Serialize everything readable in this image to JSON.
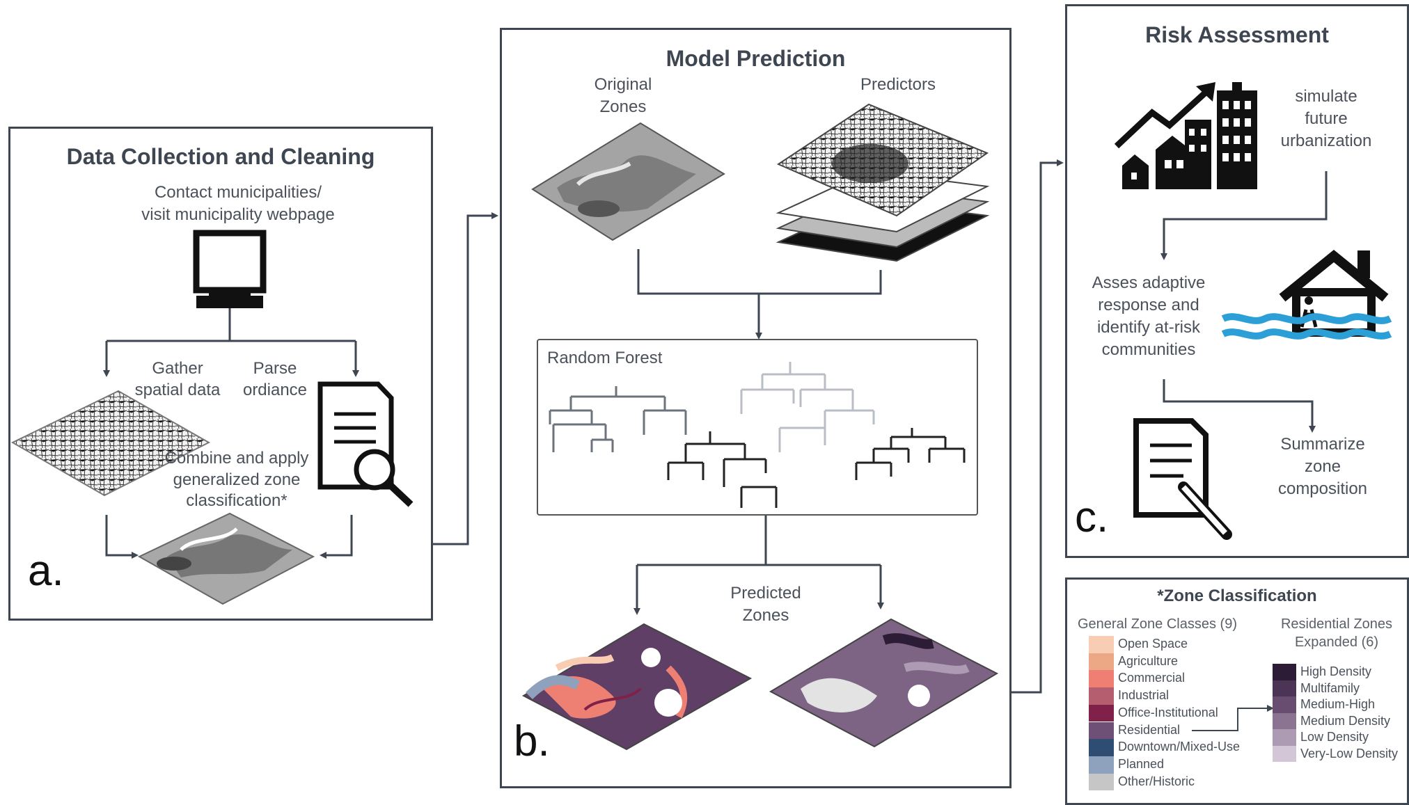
{
  "panel_a": {
    "title": "Data Collection and Cleaning",
    "contact_line1": "Contact municipalities/",
    "contact_line2": "visit municipality webpage",
    "gather_line1": "Gather",
    "gather_line2": "spatial data",
    "parse_line1": "Parse",
    "parse_line2": "ordiance",
    "combine_line1": "Combine and apply",
    "combine_line2": "generalized zone",
    "combine_line3": "classification*",
    "letter": "a."
  },
  "panel_b": {
    "title": "Model Prediction",
    "original_line1": "Original",
    "original_line2": "Zones",
    "predictors": "Predictors",
    "random_forest": "Random Forest",
    "predicted_line1": "Predicted",
    "predicted_line2": "Zones",
    "letter": "b."
  },
  "panel_c": {
    "title": "Risk Assessment",
    "simulate_line1": "simulate",
    "simulate_line2": "future",
    "simulate_line3": "urbanization",
    "asses_line1": "Asses adaptive",
    "asses_line2": "response and",
    "asses_line3": "identify at-risk",
    "asses_line4": "communities",
    "summarize_line1": "Summarize",
    "summarize_line2": "zone",
    "summarize_line3": "composition",
    "letter": "c."
  },
  "legend": {
    "title": "*Zone Classification",
    "general_header": "General Zone Classes (9)",
    "residential_header_line1": "Residential Zones",
    "residential_header_line2": "Expanded (6)",
    "general_classes": [
      {
        "label": "Open Space",
        "color": "#f9cdb3"
      },
      {
        "label": "Agriculture",
        "color": "#eca884"
      },
      {
        "label": "Commercial",
        "color": "#ef7f73"
      },
      {
        "label": "Industrial",
        "color": "#b45e70"
      },
      {
        "label": "Office-Institutional",
        "color": "#7f2148"
      },
      {
        "label": "Residential",
        "color": "#6e4f75"
      },
      {
        "label": "Downtown/Mixed-Use",
        "color": "#2f4c73"
      },
      {
        "label": "Planned",
        "color": "#8ea2bd"
      },
      {
        "label": "Other/Historic",
        "color": "#c6c6c6"
      }
    ],
    "residential_classes": [
      {
        "label": "High Density",
        "color": "#2d1c35"
      },
      {
        "label": "Multifamily",
        "color": "#4b3455"
      },
      {
        "label": "Medium-High",
        "color": "#684d70"
      },
      {
        "label": "Medium Density",
        "color": "#8b7392"
      },
      {
        "label": "Low Density",
        "color": "#ad9ab3"
      },
      {
        "label": "Very-Low Density",
        "color": "#d3c6d6"
      }
    ]
  },
  "icons": [
    "computer-icon",
    "document-search-icon",
    "growth-chart-buildings-icon",
    "flooded-house-icon",
    "document-pen-icon"
  ]
}
